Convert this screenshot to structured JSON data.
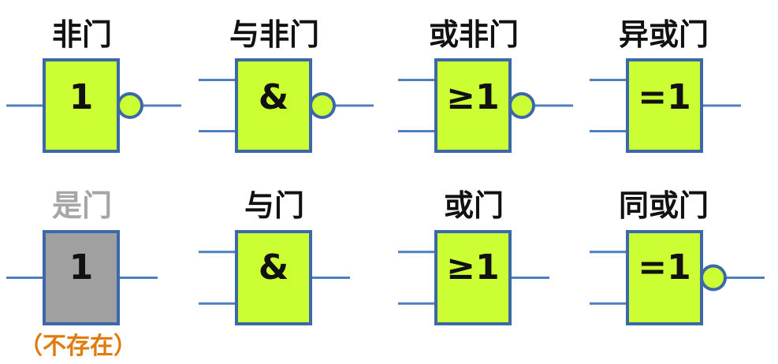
{
  "colors": {
    "gate_fill": "#ccff33",
    "disabled_fill": "#a0a0a0",
    "outline": "#3c67a8",
    "wire": "#4f7fbf",
    "bubble_fill": "#ccff33",
    "title": "#111111",
    "disabled_title": "#a6a6a6",
    "note": "#e07b10"
  },
  "gates": [
    {
      "id": "not",
      "title": "非门",
      "symbol": "1",
      "inputs": 1,
      "inverted": true
    },
    {
      "id": "nand",
      "title": "与非门",
      "symbol": "&",
      "inputs": 2,
      "inverted": true
    },
    {
      "id": "nor",
      "title": "或非门",
      "symbol": "≥1",
      "inputs": 2,
      "inverted": true
    },
    {
      "id": "xor",
      "title": "异或门",
      "symbol": "=1",
      "inputs": 2,
      "inverted": false
    },
    {
      "id": "buffer",
      "title": "是门",
      "symbol": "1",
      "inputs": 1,
      "inverted": false,
      "disabled": true,
      "note": "（不存在）"
    },
    {
      "id": "and",
      "title": "与门",
      "symbol": "&",
      "inputs": 2,
      "inverted": false
    },
    {
      "id": "or",
      "title": "或门",
      "symbol": "≥1",
      "inputs": 2,
      "inverted": false
    },
    {
      "id": "xnor",
      "title": "同或门",
      "symbol": "=1",
      "inputs": 2,
      "inverted": true
    }
  ]
}
